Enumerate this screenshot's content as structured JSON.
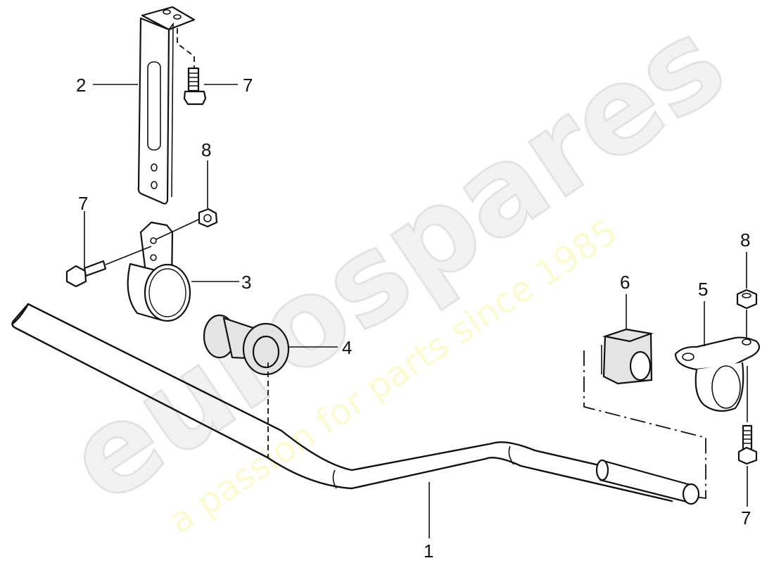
{
  "diagram": {
    "type": "exploded-parts-diagram",
    "subject": "stabilizer bar assembly",
    "background_color": "#ffffff",
    "line_color": "#111111"
  },
  "watermark": {
    "brand": "eurospares",
    "tagline": "a passion for parts since 1985",
    "brand_color": "#f2f2f2",
    "tagline_color": "#fbfbd2"
  },
  "callouts": [
    {
      "id": "c1",
      "label": "1",
      "part": "stabilizer-bar"
    },
    {
      "id": "c2",
      "label": "2",
      "part": "mounting-bracket"
    },
    {
      "id": "c3",
      "label": "3",
      "part": "clamp"
    },
    {
      "id": "c4",
      "label": "4",
      "part": "rubber-bushing"
    },
    {
      "id": "c5",
      "label": "5",
      "part": "bar-bracket"
    },
    {
      "id": "c6",
      "label": "6",
      "part": "rubber-mount"
    },
    {
      "id": "c7a",
      "label": "7",
      "part": "bolt-upper"
    },
    {
      "id": "c7b",
      "label": "7",
      "part": "bolt-left"
    },
    {
      "id": "c7c",
      "label": "7",
      "part": "bolt-right"
    },
    {
      "id": "c8a",
      "label": "8",
      "part": "nut-left"
    },
    {
      "id": "c8b",
      "label": "8",
      "part": "nut-right"
    }
  ]
}
